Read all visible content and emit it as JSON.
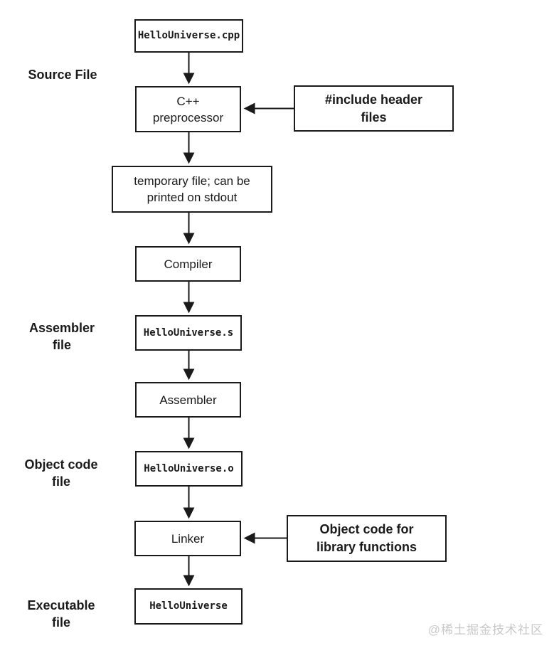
{
  "colors": {
    "ink": "#1a1a1a",
    "background": "#ffffff",
    "watermark_gray": "#c8c8c8"
  },
  "side_labels": {
    "source": [
      "Source File"
    ],
    "assembler": [
      "Assembler",
      "file"
    ],
    "object_code": [
      "Object code",
      "file"
    ],
    "executable": [
      "Executable",
      "file"
    ]
  },
  "nodes": {
    "source_file": "HelloUniverse.cpp",
    "preprocessor": [
      "C++",
      "preprocessor"
    ],
    "temp_file": [
      "temporary file; can be",
      "printed on stdout"
    ],
    "compiler": "Compiler",
    "assembler_file": "HelloUniverse.s",
    "assembler": "Assembler",
    "object_file": "HelloUniverse.o",
    "linker": "Linker",
    "executable_file": "HelloUniverse",
    "include_headers": [
      "#include header",
      "files"
    ],
    "library_objects": [
      "Object code for",
      "library functions"
    ]
  },
  "watermark": "@稀土掘金技术社区"
}
